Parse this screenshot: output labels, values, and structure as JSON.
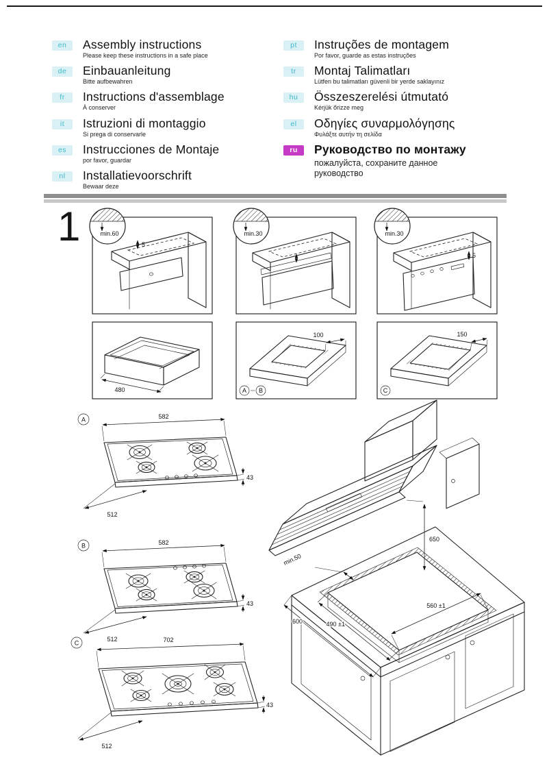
{
  "page": {
    "step_number": "1"
  },
  "languages": [
    {
      "code": "en",
      "title": "Assembly instructions",
      "subtitle": "Please keep these instructions in a safe place"
    },
    {
      "code": "de",
      "title": "Einbauanleitung",
      "subtitle": "Bitte aufbewahren"
    },
    {
      "code": "fr",
      "title": "Instructions d'assemblage",
      "subtitle": "À conserver"
    },
    {
      "code": "it",
      "title": "Istruzioni di montaggio",
      "subtitle": "Si prega di conservarle"
    },
    {
      "code": "es",
      "title": "Instrucciones de Montaje",
      "subtitle": "por favor, guardar"
    },
    {
      "code": "nl",
      "title": "Installatievoorschrift",
      "subtitle": "Bewaar deze"
    },
    {
      "code": "pt",
      "title": "Instruções de montagem",
      "subtitle": "Por favor, guarde as estas instruções"
    },
    {
      "code": "tr",
      "title": "Montaj Talimatları",
      "subtitle": "Lütfen bu talimatları güvenli bir yerde saklayınız"
    },
    {
      "code": "hu",
      "title": "Összeszerelési útmutató",
      "subtitle": "Kérjük őrizze meg"
    },
    {
      "code": "el",
      "title": "Οδηγίες συναρμολόγησης",
      "subtitle": "Φυλάξτε αυτήν τη σελίδα"
    },
    {
      "code": "ru",
      "title": "Руководство по монтажу",
      "subtitle": "пожалуйста, сохраните данное\nруководство"
    }
  ],
  "figures": {
    "clearance_a": "min.60",
    "clearance_b": "min.30",
    "clearance_c": "min.30",
    "gap_a": "5",
    "gap_c": "5",
    "drawer_width": "480",
    "cutout_ab_offset": "100",
    "cutout_c_offset": "150",
    "label_a": "A",
    "label_b": "B",
    "label_c": "C",
    "hob_a": {
      "width": "582",
      "height": "43",
      "depth": "512"
    },
    "hob_b": {
      "width": "582",
      "height": "43",
      "depth": "512"
    },
    "hob_c": {
      "width": "702",
      "height": "43",
      "depth": "512"
    },
    "install": {
      "hood_height": "650",
      "min_clearance": "min.50",
      "cutout_depth": "490 ±1",
      "cutout_width": "560 ±1",
      "worktop_depth": "600"
    }
  },
  "colors": {
    "badge_bg": "#d9f1f5",
    "badge_text": "#3fb9cc",
    "ru_badge_bg": "#c53bc5",
    "ru_badge_text": "#ffffff"
  }
}
